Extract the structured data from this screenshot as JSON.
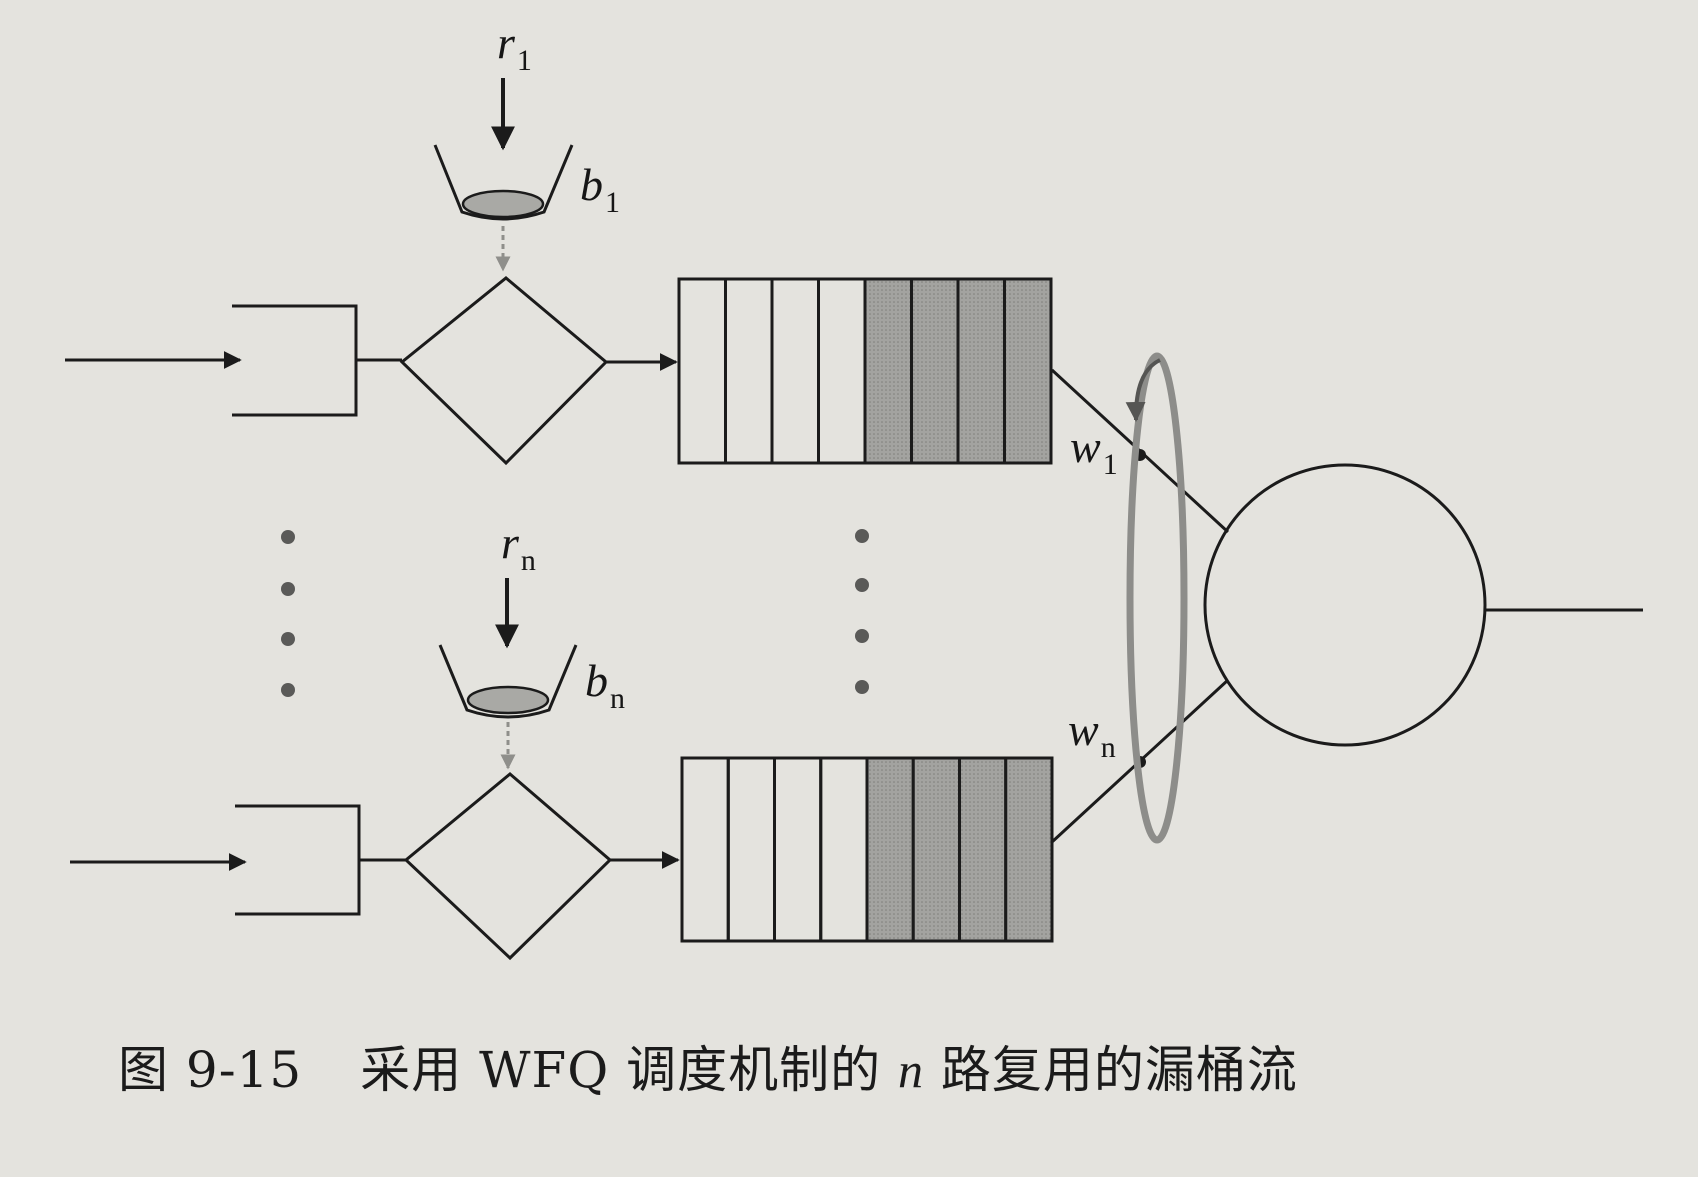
{
  "diagram": {
    "flows": [
      {
        "id": "1",
        "rate_symbol": "r",
        "rate_subscript": "1",
        "bucket_symbol": "b",
        "bucket_subscript": "1",
        "weight_symbol": "w",
        "weight_subscript": "1"
      },
      {
        "id": "n",
        "rate_symbol": "r",
        "rate_subscript": "n",
        "bucket_symbol": "b",
        "bucket_subscript": "n",
        "weight_symbol": "w",
        "weight_subscript": "n"
      }
    ],
    "colors": {
      "background": "#e4e3de",
      "stroke": "#1b1b1b",
      "shaded_cell": "#9c9c98",
      "token": "#a9a9a5",
      "round_robin_ring": "#8d8d8a",
      "token_arrow": "#8f8f8b"
    }
  },
  "caption": {
    "figure_number": "图 9-15",
    "text_before_n": "采用 WFQ 调度机制的",
    "n": "n",
    "text_after_n": "路复用的漏桶流"
  }
}
